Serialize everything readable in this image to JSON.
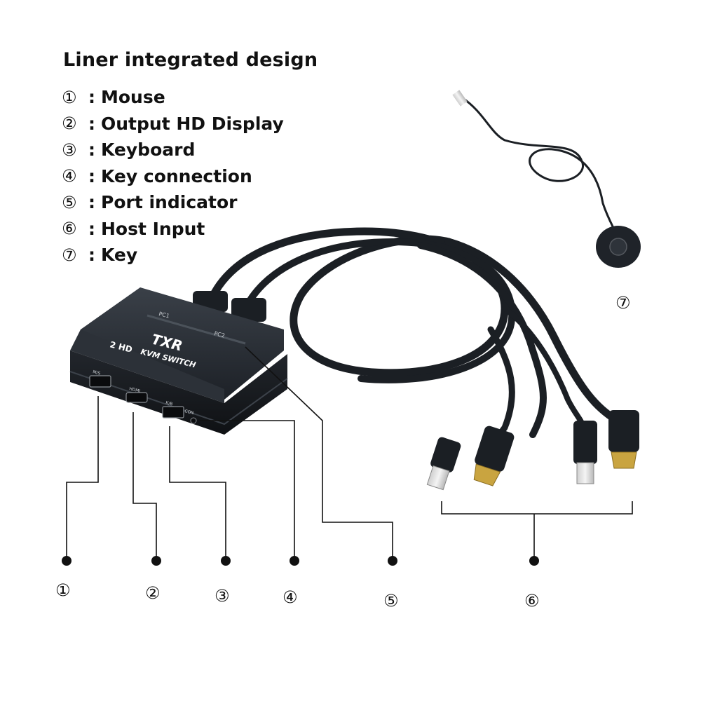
{
  "heading": "Liner integrated design",
  "legend": [
    {
      "num": "①",
      "label": "Mouse"
    },
    {
      "num": "②",
      "label": "Output HD Display"
    },
    {
      "num": "③",
      "label": "Keyboard"
    },
    {
      "num": "④",
      "label": "Key connection"
    },
    {
      "num": "⑤",
      "label": "Port indicator"
    },
    {
      "num": "⑥",
      "label": "Host Input"
    },
    {
      "num": "⑦",
      "label": "Key"
    }
  ],
  "separator": ":",
  "device": {
    "brand": "TXR",
    "model_line1": "2 HD",
    "model_line2": "KVM SWITCH",
    "port_pc1": "PC1",
    "port_pc2": "PC2",
    "port_ms": "M/S",
    "port_hdmi": "HDMI",
    "port_kb": "K/B",
    "port_con": "CON"
  },
  "callouts": {
    "c1": "①",
    "c2": "②",
    "c3": "③",
    "c4": "④",
    "c5": "⑤",
    "c6": "⑥",
    "c7": "⑦"
  }
}
